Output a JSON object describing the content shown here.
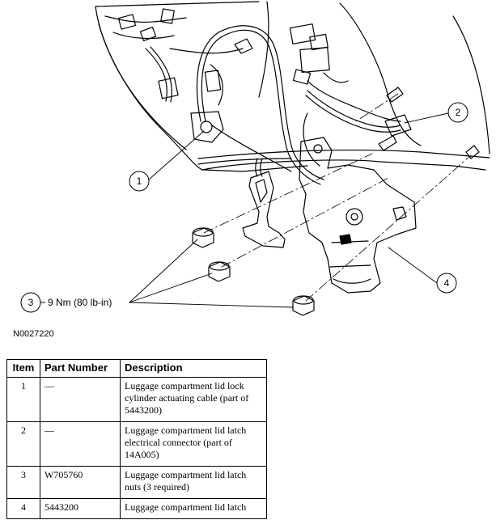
{
  "figure": {
    "id": "N0027220",
    "callouts": [
      {
        "number": "1",
        "text": ""
      },
      {
        "number": "2",
        "text": ""
      },
      {
        "number": "3",
        "text": "9 Nm (80 lb-in)"
      },
      {
        "number": "4",
        "text": ""
      }
    ]
  },
  "table": {
    "headers": {
      "item": "Item",
      "part_number": "Part Number",
      "description": "Description"
    },
    "rows": [
      {
        "item": "1",
        "part_number": "—",
        "description": "Luggage compartment lid lock cylinder actuating cable (part of 5443200)"
      },
      {
        "item": "2",
        "part_number": "—",
        "description": "Luggage compartment lid latch electrical connector (part of 14A005)"
      },
      {
        "item": "3",
        "part_number": "W705760",
        "description": "Luggage compartment lid latch nuts (3 required)"
      },
      {
        "item": "4",
        "part_number": "5443200",
        "description": "Luggage compartment lid latch"
      }
    ]
  }
}
